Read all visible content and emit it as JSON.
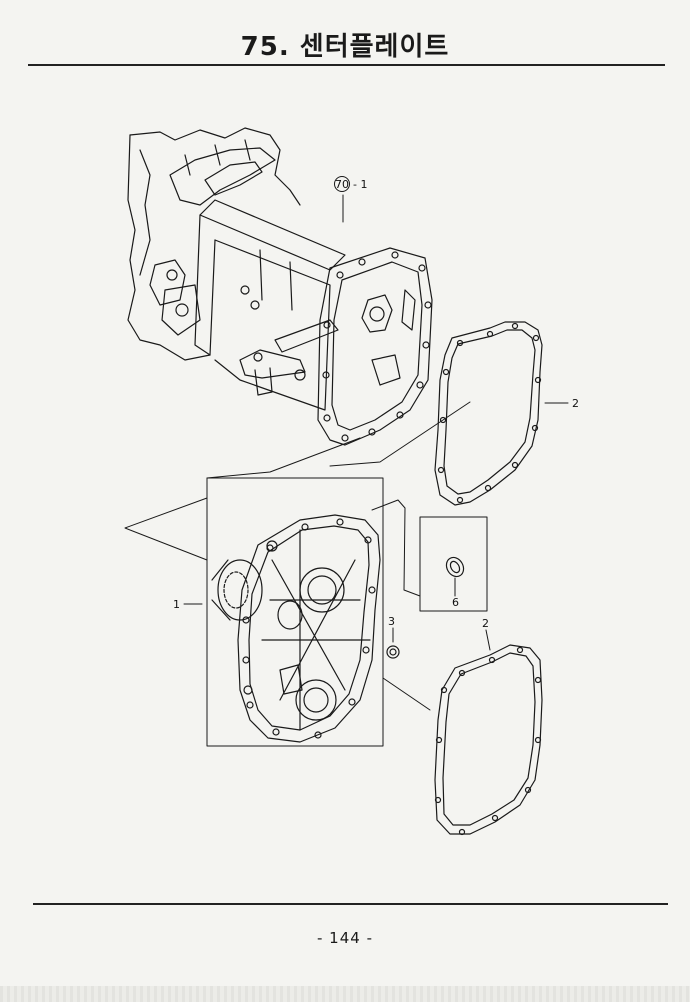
{
  "header": {
    "title": "75. 센터플레이트"
  },
  "footer": {
    "page_number": "- 144 -"
  },
  "callouts": {
    "ref_circle": "70",
    "ref_suffix": "- 1",
    "part_1": "1",
    "part_2_upper": "2",
    "part_2_lower": "2",
    "part_3": "3",
    "part_6": "6"
  }
}
